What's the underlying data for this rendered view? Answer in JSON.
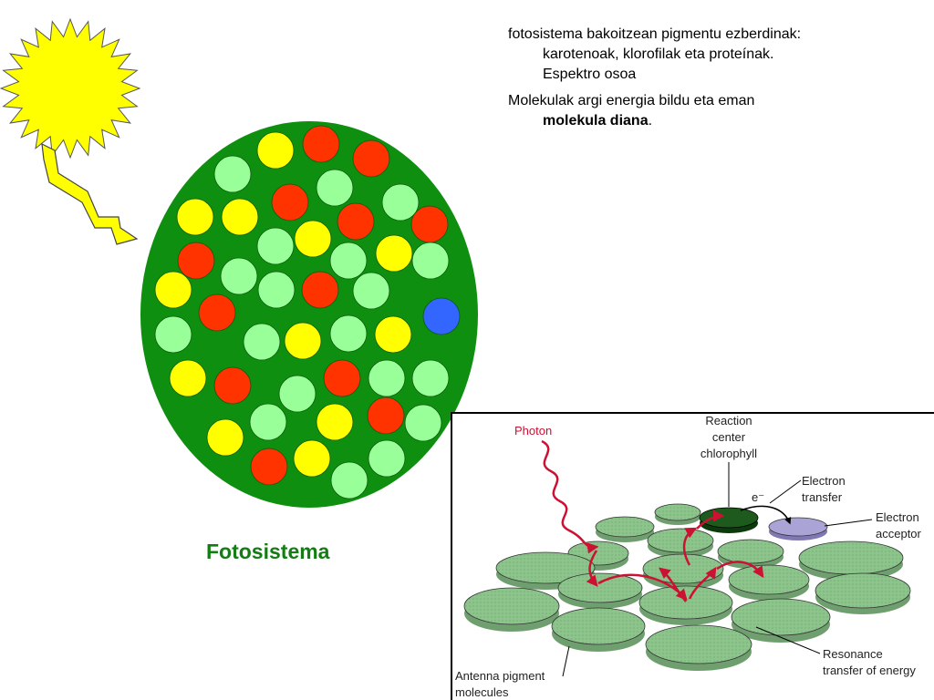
{
  "text": {
    "para1_line1": "fotosistema bakoitzean pigmentu ezberdinak:",
    "para1_line2": "karotenoak, klorofilak eta proteínak.",
    "para1_line3": "Espektro osoa",
    "para2_start": "Molekulak argi energia bildu eta eman",
    "para2_bold": "molekula diana",
    "para2_end": "."
  },
  "caption": "Fotosistema",
  "figure": {
    "photon": "Photon",
    "reaction_center_1": "Reaction",
    "reaction_center_2": "center",
    "reaction_center_3": "chlorophyll",
    "electron_transfer_1": "Electron",
    "electron_transfer_2": "transfer",
    "electron_symbol": "e⁻",
    "electron_acceptor_1": "Electron",
    "electron_acceptor_2": "acceptor",
    "resonance_1": "Resonance",
    "resonance_2": "transfer of energy",
    "antenna_1": "Antenna pigment",
    "antenna_2": "molecules"
  },
  "colors": {
    "photosystem_green": "#0f8f0f",
    "pigment_yellow": "#ffff00",
    "pigment_red": "#ff3300",
    "pigment_lightgreen": "#99ff99",
    "target_blue": "#3366ff",
    "caption_green": "#137d13",
    "photon_red": "#cc1133",
    "disk_green": "#8cc48c",
    "acceptor_purple": "#a9a3d6"
  }
}
